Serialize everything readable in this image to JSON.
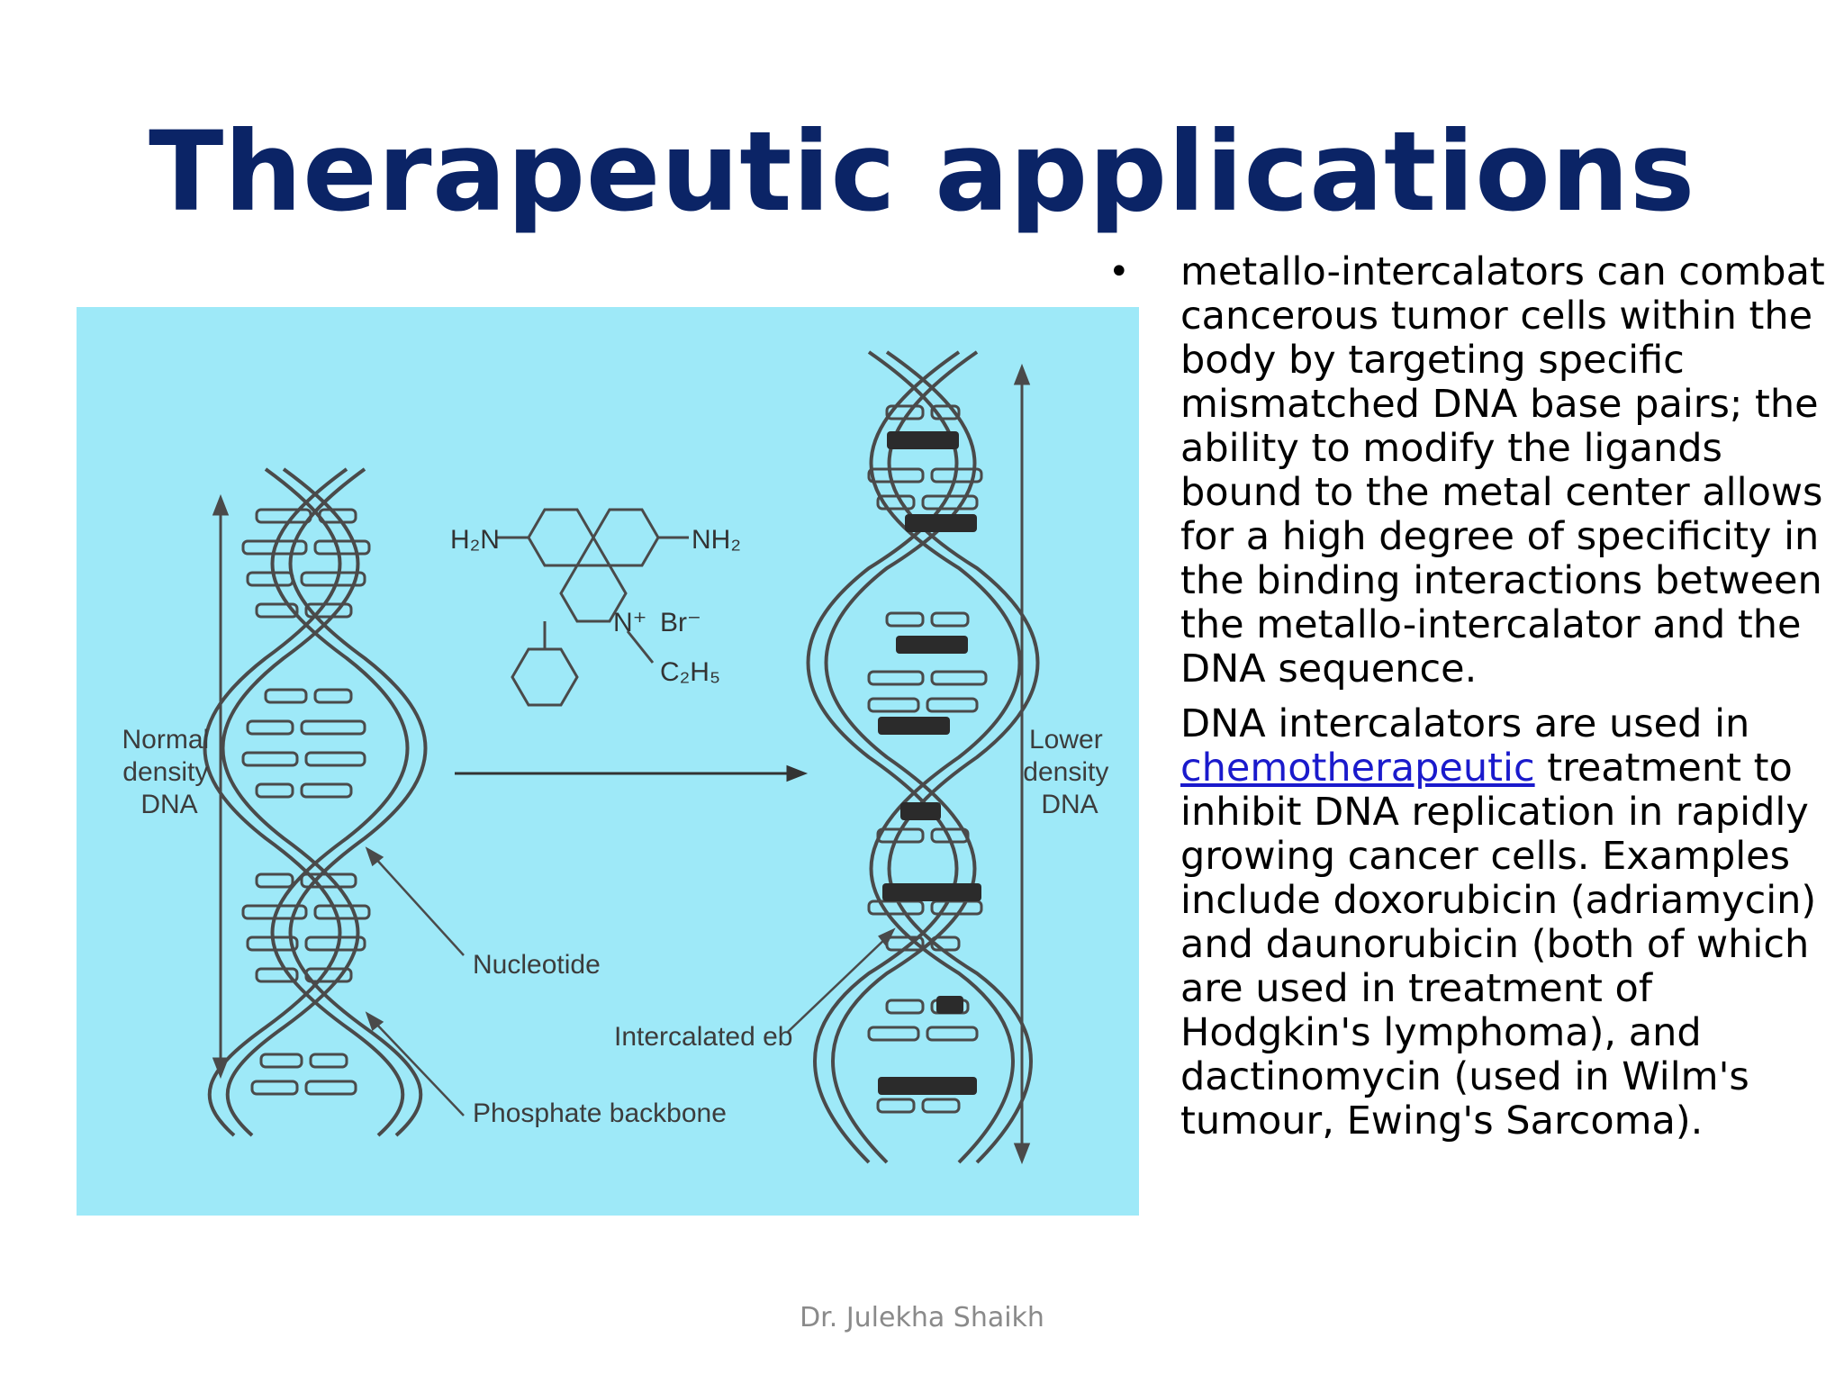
{
  "slide": {
    "title": "Therapeutic applications",
    "footer": "Dr. Julekha Shaikh"
  },
  "figure": {
    "labels": {
      "normal_density": [
        "Normal",
        "density",
        "DNA"
      ],
      "lower_density": [
        "Lower",
        "density",
        "DNA"
      ],
      "nucleotide": "Nucleotide",
      "phosphate_backbone": "Phosphate backbone",
      "intercalated": "Intercalated eb"
    },
    "chem": {
      "h2n": "H₂N",
      "nh2": "NH₂",
      "n_plus": "N⁺",
      "br": "Br⁻",
      "c2h5": "C₂H₅"
    },
    "colors": {
      "background": "#9ee9f8",
      "line": "#4a4a4a",
      "intercalator": "#2b2b2b"
    }
  },
  "content": {
    "bullet_symbol": "•",
    "paragraph1": "metallo-intercalators  can combat cancerous tumor cells within the body by targeting specific mismatched DNA base pairs; the ability to modify the ligands bound to the metal center allows for a high degree of specificity in the binding interactions between the metallo-intercalator and the DNA sequence.",
    "paragraph2_before": "DNA intercalators are used in ",
    "paragraph2_link": "chemotherapeutic",
    "paragraph2_after": " treatment to inhibit DNA replication in rapidly growing cancer cells. Examples include doxorubicin (adriamycin) and daunorubicin (both of which are used in treatment of Hodgkin's lymphoma), and dactinomycin (used in Wilm's tumour, Ewing's Sarcoma).",
    "colors": {
      "title": "#0b2466",
      "link": "#1a1acc",
      "footer": "#8a8a8a"
    }
  }
}
